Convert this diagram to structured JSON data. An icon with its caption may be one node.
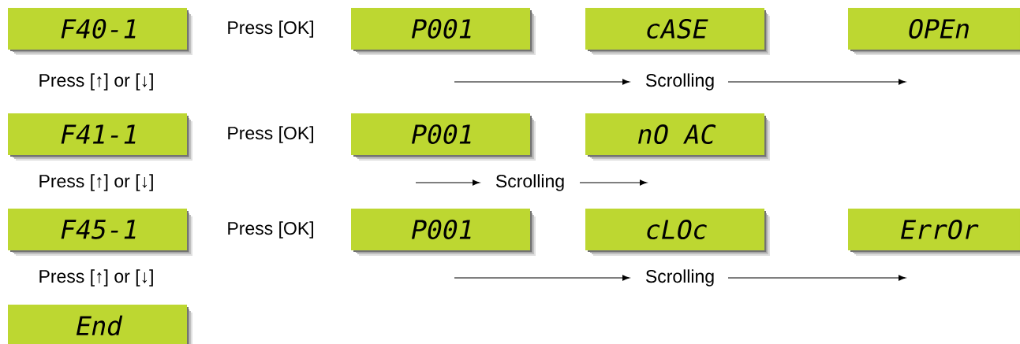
{
  "diagram": {
    "nodes": [
      {
        "text": [
          "F40-1"
        ]
      },
      {
        "text": [
          "P001"
        ]
      },
      {
        "text": [
          "cASE"
        ]
      },
      {
        "text": [
          "OPEn"
        ]
      },
      {
        "text": [
          "F41-1"
        ]
      },
      {
        "text": [
          "P001"
        ]
      },
      {
        "text": [
          "nO AC"
        ]
      },
      {
        "text": [
          "F45-1"
        ]
      },
      {
        "text": [
          "P001"
        ]
      },
      {
        "text": [
          "cLOc"
        ]
      },
      {
        "text": [
          "ErrOr"
        ]
      },
      {
        "text": [
          "End"
        ]
      }
    ],
    "labels": [
      "Press [OK]",
      "Press [↑] or [↓]",
      "Scrolling",
      "Press [OK]",
      "Press [↑] or [↓]",
      "Scrolling",
      "Press [OK]",
      "Press [↑] or [↓]",
      "Scrolling"
    ]
  }
}
